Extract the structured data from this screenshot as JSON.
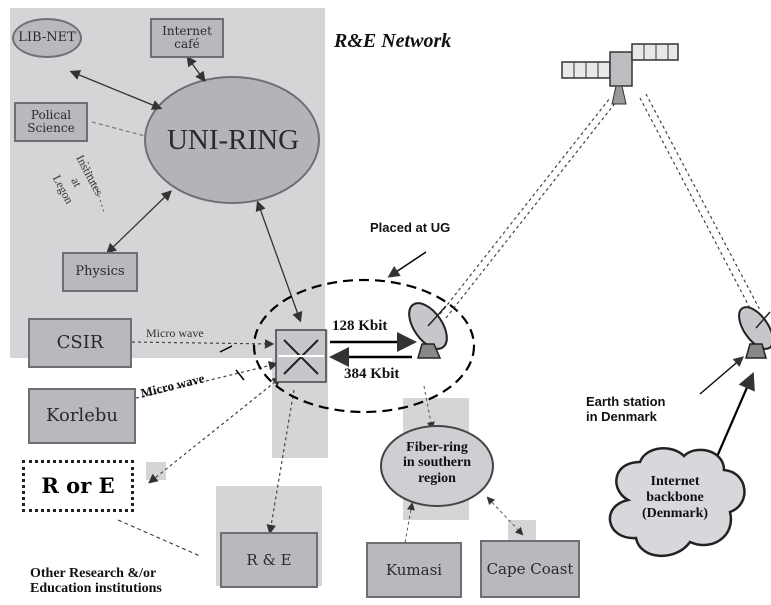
{
  "title": "R&E Network",
  "nodes": {
    "lib_net": "LIB-NET",
    "internet_cafe": "Internet\ncafé",
    "polical_science": "Polical\nScience",
    "uni_ring": "UNI-RING",
    "institutes": "Institutes\nat\nLegon",
    "physics": "Physics",
    "csir": "CSIR",
    "korlebu": "Korlebu",
    "r_or_e": "R or E",
    "r_and_e": "R & E",
    "kumasi": "Kumasi",
    "cape_coast": "Cape Coast",
    "fiber_ring": "Fiber-ring\nin southern\nregion",
    "internet_backbone": "Internet\nbackbone\n(Denmark)"
  },
  "labels": {
    "placed_at_ug": "Placed at UG",
    "micro_wave_1": "Micro wave",
    "micro_wave_2": "Micro wave",
    "uplink": "128 Kbit",
    "downlink": "384 Kbit",
    "earth_station": "Earth station\nin Denmark",
    "other_institutions": "Other Research &/or\nEducation institutions"
  },
  "colors": {
    "panel": "#d5d5d7",
    "box": "#b9b9bd",
    "ellipse": "#b4b4b8"
  },
  "icons": [
    "satellite-icon",
    "satellite-dish-icon",
    "router-icon",
    "cloud-icon"
  ]
}
